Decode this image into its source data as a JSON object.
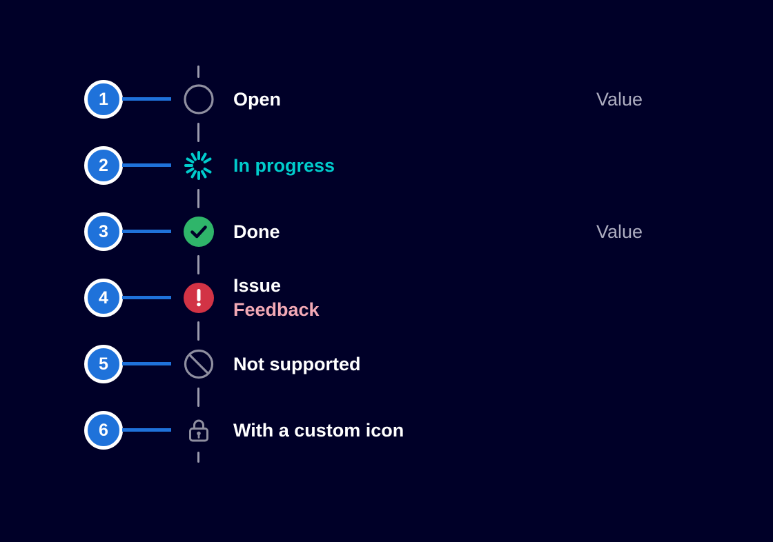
{
  "colors": {
    "background": "#000028",
    "accent_blue": "#1F72DA",
    "progress_teal": "#00CCCC",
    "success_green": "#2FB56A",
    "alarm_red": "#D23345",
    "feedback_pink": "#F2A9B5",
    "neutral_gray": "#8F8FA0",
    "line_gray": "#9C9CAE",
    "value_gray": "#ADADC0",
    "text_white": "#FFFFFF"
  },
  "timeline": {
    "rows": [
      {
        "marker": "1",
        "icon": "circle-outline-icon",
        "label": "Open",
        "sublabel": "",
        "value": "Value"
      },
      {
        "marker": "2",
        "icon": "spinner-icon",
        "label": "In progress",
        "sublabel": "",
        "value": ""
      },
      {
        "marker": "3",
        "icon": "success-check-icon",
        "label": "Done",
        "sublabel": "",
        "value": "Value"
      },
      {
        "marker": "4",
        "icon": "alarm-exclamation-icon",
        "label": "Issue",
        "sublabel": "Feedback",
        "value": ""
      },
      {
        "marker": "5",
        "icon": "not-supported-icon",
        "label": "Not supported",
        "sublabel": "",
        "value": ""
      },
      {
        "marker": "6",
        "icon": "lock-icon",
        "label": "With a custom icon",
        "sublabel": "",
        "value": ""
      }
    ]
  }
}
